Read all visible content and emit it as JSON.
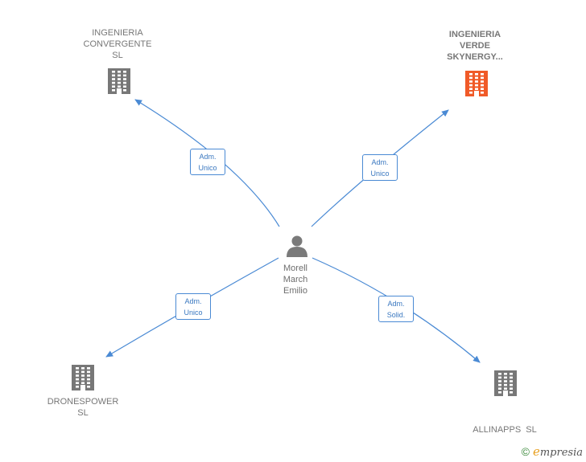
{
  "center": {
    "name_lines": [
      "Morell",
      "March",
      "Emilio"
    ],
    "icon": "person-icon"
  },
  "companies": [
    {
      "id": "convergente",
      "lines": [
        "INGENIERIA",
        "CONVERGENTE",
        "SL"
      ],
      "icon": "building-icon",
      "color": "#777777",
      "highlight": false
    },
    {
      "id": "verde",
      "lines": [
        "INGENIERIA",
        "VERDE",
        "SKYNERGY..."
      ],
      "icon": "building-icon",
      "color": "#f05a28",
      "highlight": true
    },
    {
      "id": "dronespower",
      "lines": [
        "DRONESPOWER",
        "SL"
      ],
      "icon": "building-icon",
      "color": "#777777",
      "highlight": false
    },
    {
      "id": "allinapps",
      "lines": [
        "ALLINAPPS  SL"
      ],
      "icon": "building-icon",
      "color": "#777777",
      "highlight": false
    }
  ],
  "edges": [
    {
      "to": "convergente",
      "lines": [
        "Adm.",
        "Unico"
      ]
    },
    {
      "to": "verde",
      "lines": [
        "Adm.",
        "Unico"
      ]
    },
    {
      "to": "dronespower",
      "lines": [
        "Adm.",
        "Unico"
      ]
    },
    {
      "to": "allinapps",
      "lines": [
        "Adm.",
        "Solid."
      ]
    }
  ],
  "footer": {
    "copyright": "©",
    "brand_initial": "e",
    "brand_rest": "mpresia"
  },
  "colors": {
    "edge": "#4a8ad4",
    "node": "#777777",
    "highlight": "#f05a28"
  }
}
